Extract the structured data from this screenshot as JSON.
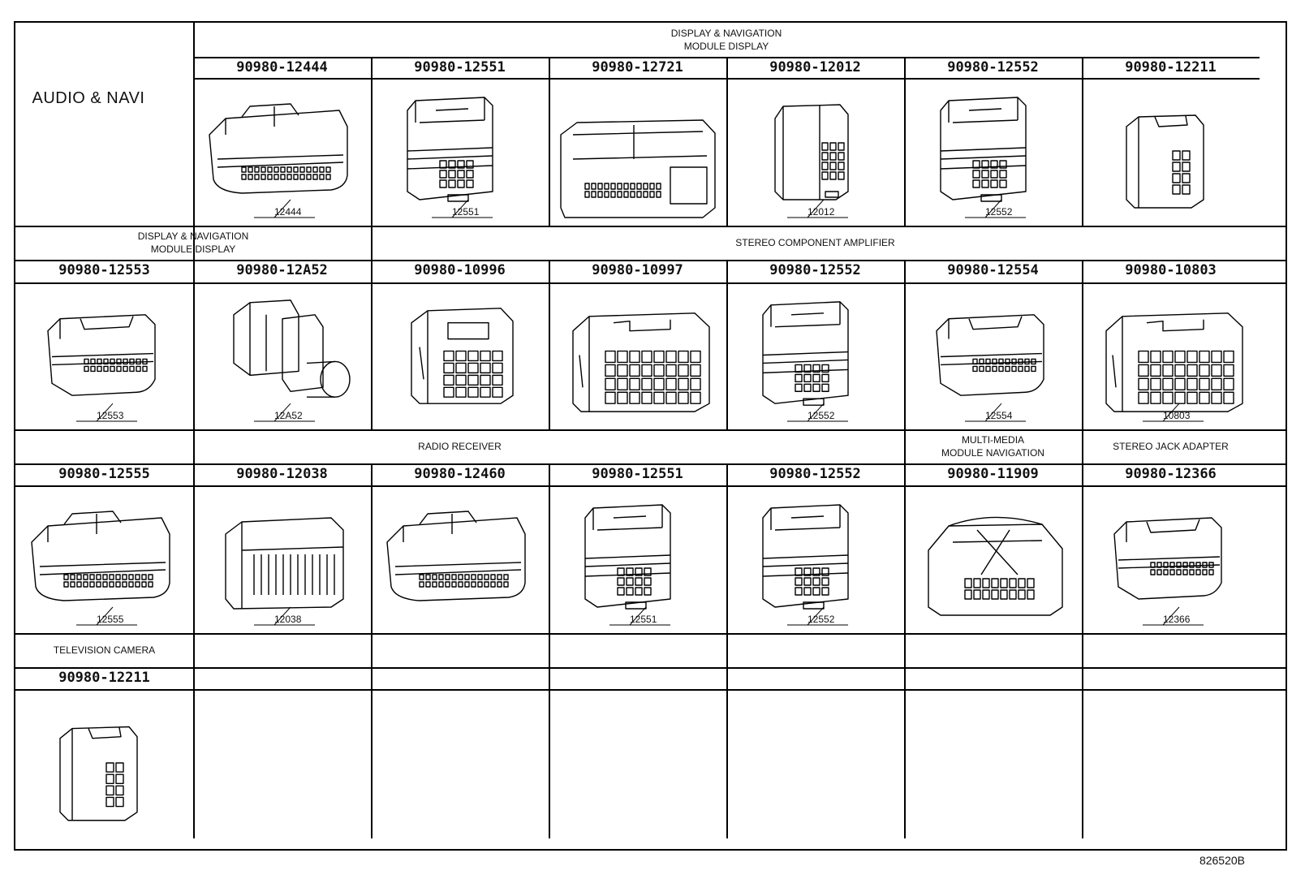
{
  "title": "AUDIO & NAVI",
  "diagram_code": "826520B",
  "rows": [
    {
      "categories": [
        {
          "label": "DISPLAY & NAVIGATION\nMODULE DISPLAY"
        }
      ],
      "cells": [
        {
          "part": "90980-12444",
          "tag": "12444",
          "icon": "wide-connector-icon"
        },
        {
          "part": "90980-12551",
          "tag": "12551",
          "icon": "tall-latched-connector-icon"
        },
        {
          "part": "90980-12721",
          "tag": "",
          "icon": "large-dual-connector-icon"
        },
        {
          "part": "90980-12012",
          "tag": "12012",
          "icon": "small-tall-connector-icon"
        },
        {
          "part": "90980-12552",
          "tag": "12552",
          "icon": "tall-latched-connector-icon"
        },
        {
          "part": "90980-12211",
          "tag": "",
          "icon": "small-block-connector-icon"
        }
      ]
    },
    {
      "categories": [
        {
          "label": "DISPLAY & NAVIGATION\nMODULE DISPLAY"
        },
        {
          "label": "STEREO COMPONENT AMPLIFIER"
        }
      ],
      "cells": [
        {
          "part": "90980-12553",
          "tag": "12553",
          "icon": "small-latched-connector-icon"
        },
        {
          "part": "90980-12A52",
          "tag": "12A52",
          "icon": "coax-connector-icon"
        },
        {
          "part": "90980-10996",
          "tag": "",
          "icon": "square-grid-connector-icon"
        },
        {
          "part": "90980-10997",
          "tag": "",
          "icon": "wide-grid-connector-icon"
        },
        {
          "part": "90980-12552",
          "tag": "12552",
          "icon": "tall-latched-connector-icon"
        },
        {
          "part": "90980-12554",
          "tag": "12554",
          "icon": "small-latched-connector-icon"
        },
        {
          "part": "90980-10803",
          "tag": "10803",
          "icon": "wide-grid-connector-icon"
        }
      ]
    },
    {
      "categories": [
        {
          "label": "RADIO RECEIVER"
        },
        {
          "label": "MULTI-MEDIA\nMODULE NAVIGATION"
        },
        {
          "label": "STEREO JACK ADAPTER"
        }
      ],
      "cells": [
        {
          "part": "90980-12555",
          "tag": "12555",
          "icon": "wide-connector-icon"
        },
        {
          "part": "90980-12038",
          "tag": "12038",
          "icon": "comb-connector-icon"
        },
        {
          "part": "90980-12460",
          "tag": "",
          "icon": "wide-connector-icon"
        },
        {
          "part": "90980-12551",
          "tag": "12551",
          "icon": "tall-latched-connector-icon"
        },
        {
          "part": "90980-12552",
          "tag": "12552",
          "icon": "tall-latched-connector-icon"
        },
        {
          "part": "90980-11909",
          "tag": "",
          "icon": "hooded-connector-icon"
        },
        {
          "part": "90980-12366",
          "tag": "12366",
          "icon": "small-latched-connector-icon"
        }
      ]
    },
    {
      "categories": [
        {
          "label": "TELEVISION CAMERA"
        }
      ],
      "cells": [
        {
          "part": "90980-12211",
          "tag": "",
          "icon": "small-block-connector-icon"
        }
      ]
    }
  ]
}
